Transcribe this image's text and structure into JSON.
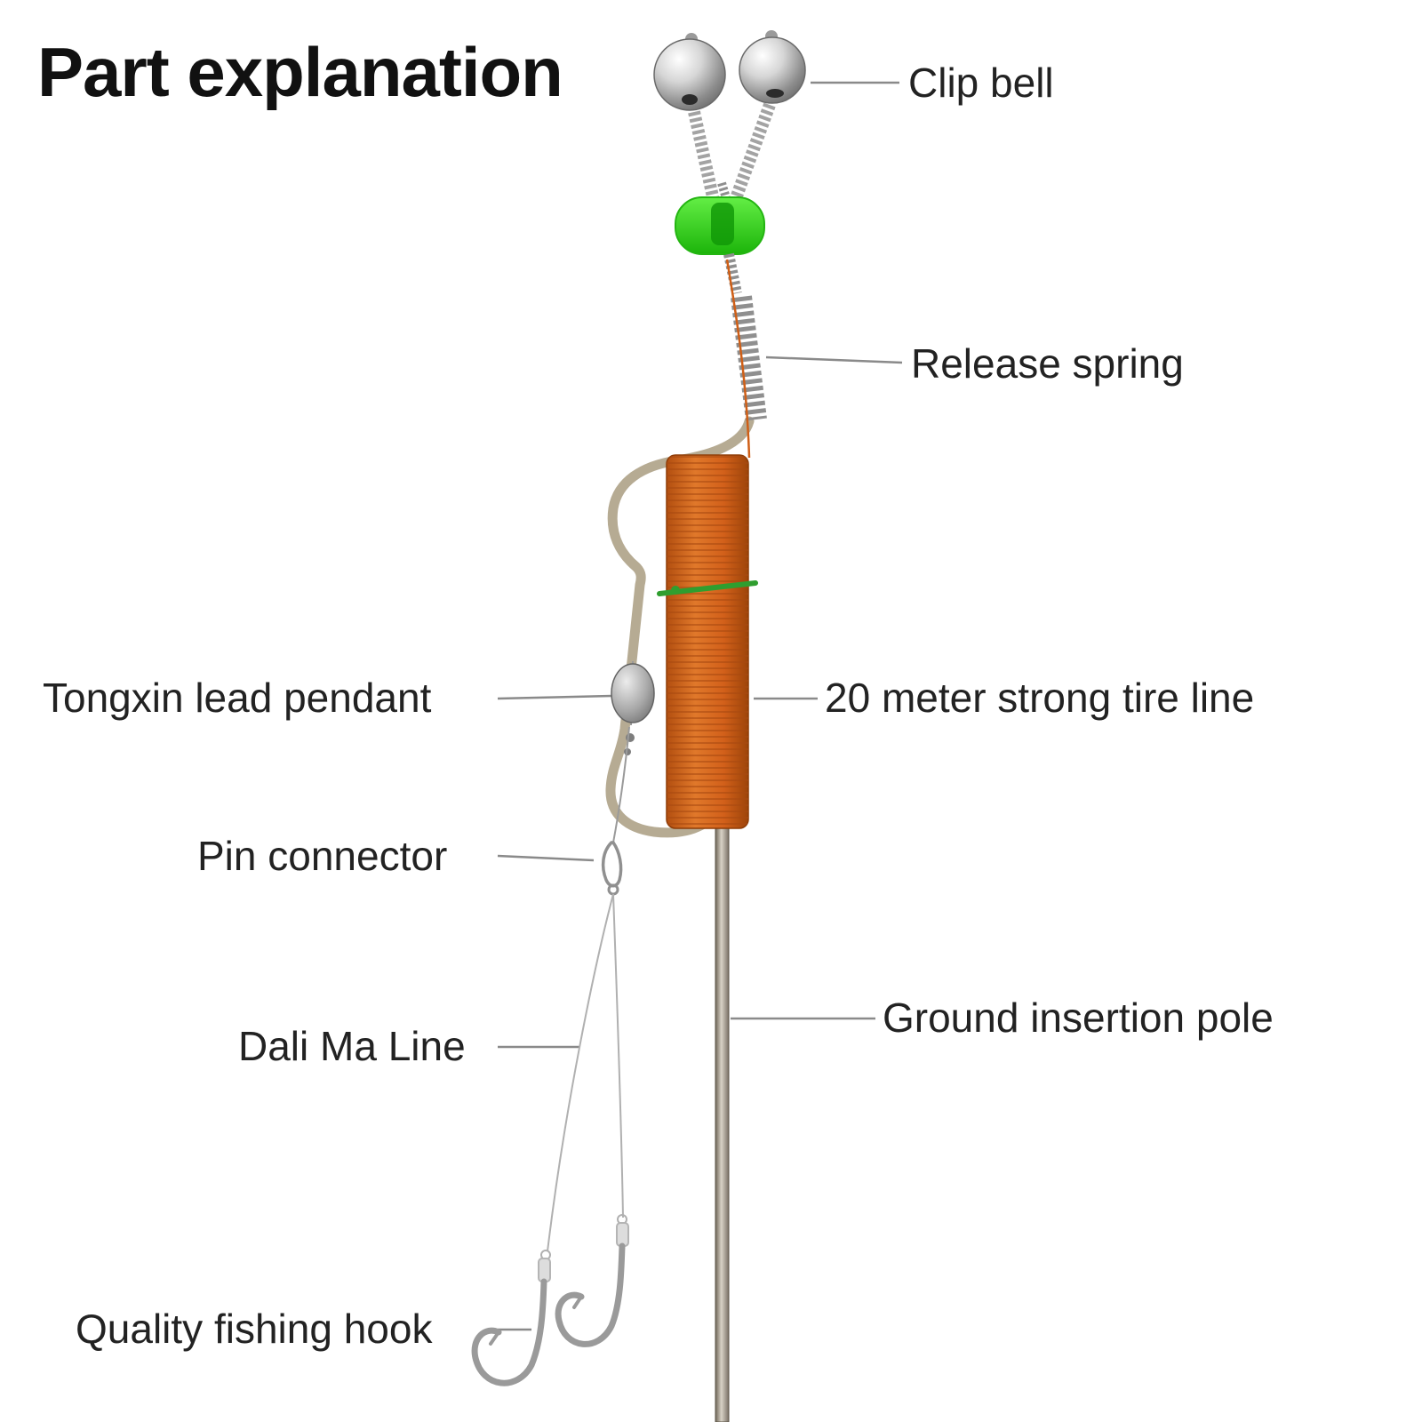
{
  "title": "Part explanation",
  "labels": {
    "clip_bell": "Clip bell",
    "release_spring": "Release spring",
    "tongxin_lead_pendant": "Tongxin lead pendant",
    "tire_line": "20 meter strong tire line",
    "pin_connector": "Pin connector",
    "dali_ma_line": "Dali Ma Line",
    "ground_insertion_pole": "Ground insertion pole",
    "fishing_hook": "Quality fishing hook"
  },
  "colors": {
    "background": "#ffffff",
    "text": "#222222",
    "title_text": "#111111",
    "leader_line": "#8a8a8a",
    "tire_line_orange": "#d2601a",
    "clip_green": "#2ecc1e",
    "metal_silver": "#9f9f9f",
    "pole_tan": "#b6ab93"
  }
}
